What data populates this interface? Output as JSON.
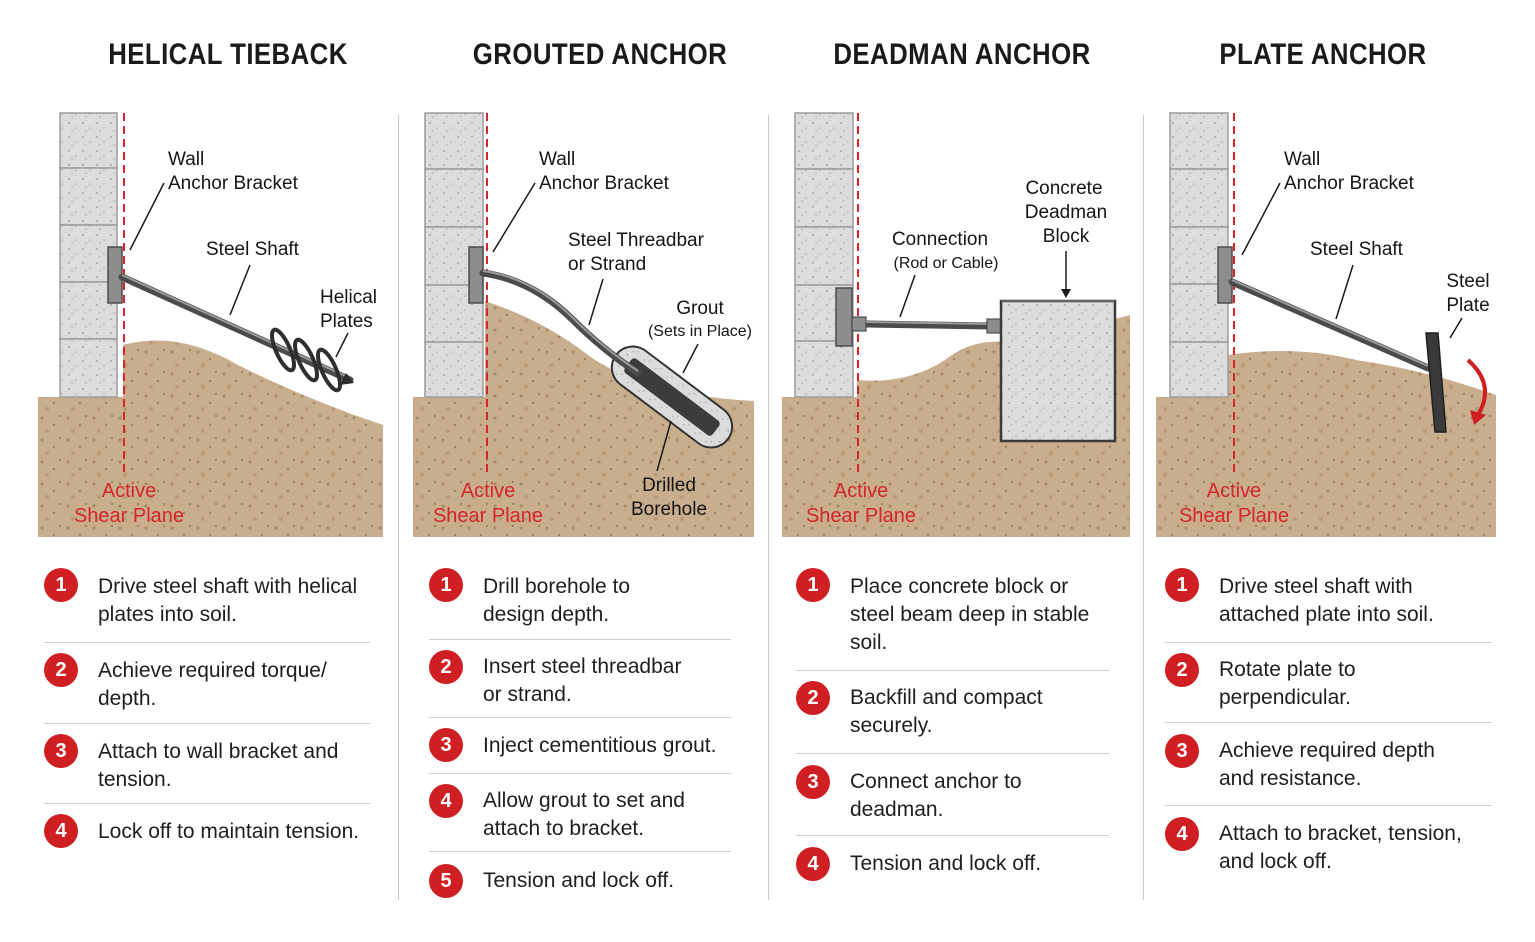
{
  "panels": [
    {
      "title": "HELICAL TIEBACK",
      "labels": {
        "wall_anchor_bracket": [
          "Wall",
          "Anchor Bracket"
        ],
        "steel_shaft": "Steel Shaft",
        "helical_plates": [
          "Helical",
          "Plates"
        ],
        "active_shear_plane": [
          "Active",
          "Shear Plane"
        ]
      },
      "steps": [
        {
          "num": "1",
          "text": "Drive steel shaft with helical plates into soil."
        },
        {
          "num": "2",
          "text": "Achieve required torque/ depth."
        },
        {
          "num": "3",
          "text": "Attach to wall bracket and tension."
        },
        {
          "num": "4",
          "text": "Lock off to maintain tension."
        }
      ]
    },
    {
      "title": "GROUTED ANCHOR",
      "labels": {
        "wall_anchor_bracket": [
          "Wall",
          "Anchor Bracket"
        ],
        "steel_threadbar": [
          "Steel Threadbar",
          "or Strand"
        ],
        "grout": [
          "Grout",
          "(Sets in Place)"
        ],
        "drilled_borehole": [
          "Drilled",
          "Borehole"
        ],
        "active_shear_plane": [
          "Active",
          "Shear Plane"
        ]
      },
      "steps": [
        {
          "num": "1",
          "text": "Drill borehole to design depth."
        },
        {
          "num": "2",
          "text": "Insert steel threadbar or strand."
        },
        {
          "num": "3",
          "text": "Inject cementitious grout."
        },
        {
          "num": "4",
          "text": "Allow grout to set and attach to bracket."
        },
        {
          "num": "5",
          "text": "Tension and lock off."
        }
      ]
    },
    {
      "title": "DEADMAN ANCHOR",
      "labels": {
        "connection": [
          "Connection",
          "(Rod or Cable)"
        ],
        "concrete_deadman_block": [
          "Concrete",
          "Deadman",
          "Block"
        ],
        "active_shear_plane": [
          "Active",
          "Shear Plane"
        ]
      },
      "steps": [
        {
          "num": "1",
          "text": "Place concrete block or steel beam deep in stable soil."
        },
        {
          "num": "2",
          "text": "Backfill and compact securely."
        },
        {
          "num": "3",
          "text": "Connect anchor to deadman."
        },
        {
          "num": "4",
          "text": "Tension and lock off."
        }
      ]
    },
    {
      "title": "PLATE ANCHOR",
      "labels": {
        "wall_anchor_bracket": [
          "Wall",
          "Anchor Bracket"
        ],
        "steel_shaft": "Steel Shaft",
        "steel_plate": [
          "Steel",
          "Plate"
        ],
        "active_shear_plane": [
          "Active",
          "Shear Plane"
        ]
      },
      "steps": [
        {
          "num": "1",
          "text": "Drive steel shaft with attached plate into soil."
        },
        {
          "num": "2",
          "text": "Rotate plate to perpendicular."
        },
        {
          "num": "3",
          "text": "Achieve required depth and resistance."
        },
        {
          "num": "4",
          "text": "Attach to bracket, tension, and lock off."
        }
      ]
    }
  ],
  "colors": {
    "accent_red": "#d01f23",
    "soil": "#c7ad8c",
    "soil_dark": "#b39675",
    "wall_block": "#e4e4e4",
    "steel": "#5b5b5b",
    "concrete": "#d9d9d9"
  }
}
